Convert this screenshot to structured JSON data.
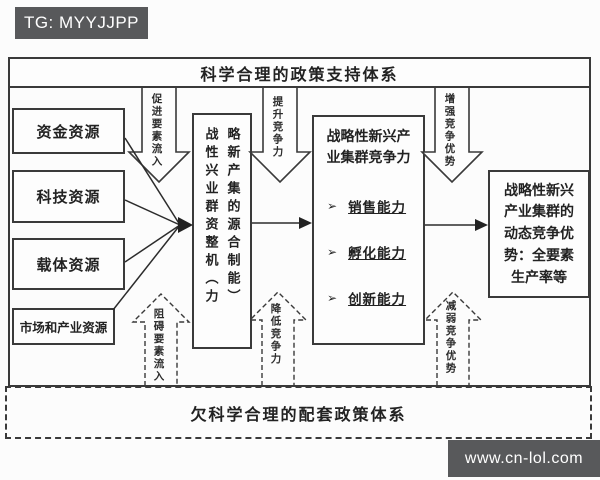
{
  "watermarks": {
    "top_left": "TG: MYYJJPP",
    "bottom_right": "www.cn-lol.com"
  },
  "policy_top": {
    "label": "科学合理的政策支持体系"
  },
  "policy_bottom": {
    "label": "欠科学合理的配套政策体系"
  },
  "resources": {
    "items": [
      "资金资源",
      "科技资源",
      "载体资源",
      "市场和产业资源"
    ]
  },
  "integration": {
    "left_column": "战性兴业群资整机（力",
    "right_column": "略新产集的源合制能）",
    "reading": "战略性新兴产业集群的资源整合机制（能力）"
  },
  "cluster": {
    "title_lines": [
      "战略性新兴产",
      "业集群竞争力"
    ],
    "bullet_marker": "➢",
    "bullets": [
      "销售能力",
      "孵化能力",
      "创新能力"
    ]
  },
  "advantage": {
    "lines": [
      "战略性新兴",
      "产业集群的",
      "动态竞争优",
      "势：全要素",
      "生产率等"
    ]
  },
  "down_arrows": {
    "labels": [
      "促进要素流入",
      "提升竞争力",
      "增强竞争优势"
    ]
  },
  "up_arrows": {
    "labels": [
      "阻碍要素流入",
      "降低竞争力",
      "减弱竞争优势"
    ]
  },
  "colors": {
    "stroke": "#3a3a3a",
    "badge_bg": "#58595b",
    "badge_text": "#ffffff",
    "background": "#fcfcfc"
  }
}
